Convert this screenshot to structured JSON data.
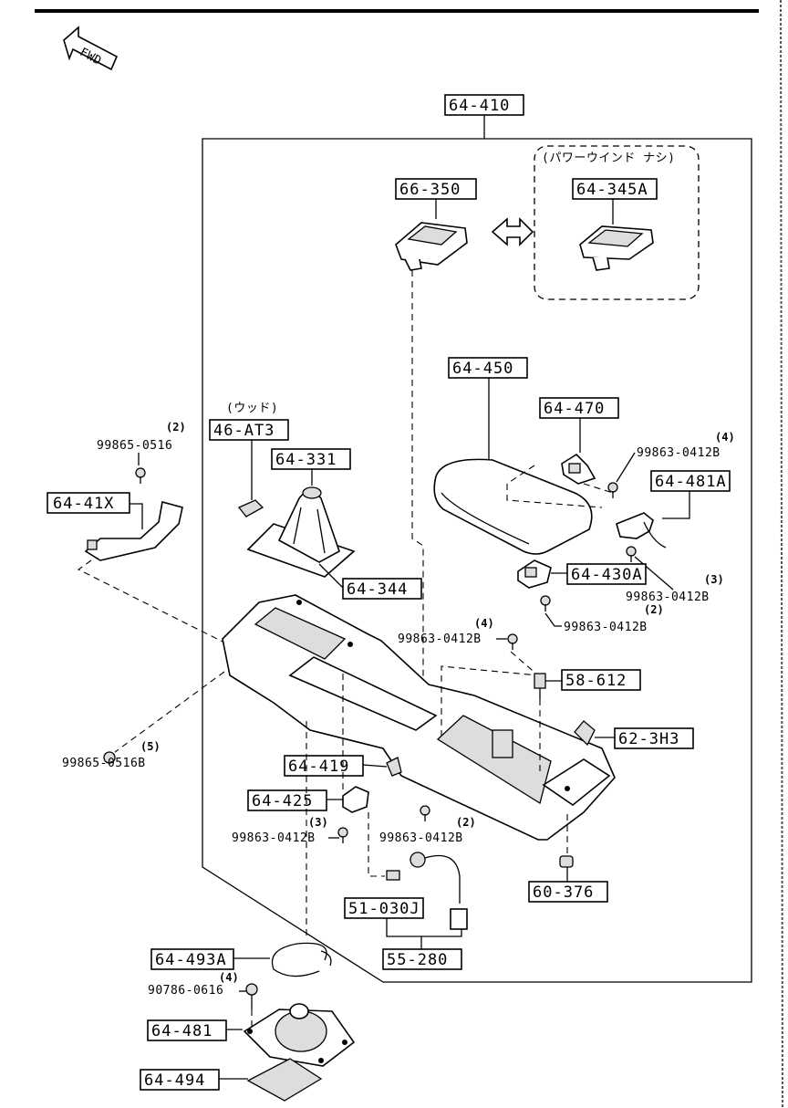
{
  "fwd_label": "FWD",
  "labels": {
    "l64410": "64-410",
    "l66350": "66-350",
    "power_window_none": "(パワーウインド ナシ)",
    "l64345A": "64-345A",
    "l64450": "64-450",
    "l64470": "64-470",
    "wood": "(ウッド)",
    "l46AT3": "46-AT3",
    "l64331": "64-331",
    "l64344": "64-344",
    "l64481A": "64-481A",
    "l64430A": "64-430A",
    "l64410X": "64-41X",
    "l58612": "58-612",
    "l623H3": "62-3H3",
    "l64419": "64-419",
    "l64425": "64-425",
    "l51030J": "51-030J",
    "l60376": "60-376",
    "l55280": "55-280",
    "l64493A": "64-493A",
    "l64481": "64-481",
    "l64494": "64-494"
  },
  "fasteners": {
    "f1_qty": "(2)",
    "f1_code": "99865-0516",
    "f2_qty": "(4)",
    "f2_code": "99863-0412B",
    "f3_qty": "(3)",
    "f3_code": "99863-0412B",
    "f4_qty": "(2)",
    "f4_code": "99863-0412B",
    "f5_qty": "(4)",
    "f5_code": "99863-0412B",
    "f6_qty": "(5)",
    "f6_code": "99865-0516B",
    "f7_qty": "(3)",
    "f7_code": "99863-0412B",
    "f8_qty": "(2)",
    "f8_code": "99863-0412B",
    "f9_qty": "(4)",
    "f9_code": "90786-0616"
  }
}
